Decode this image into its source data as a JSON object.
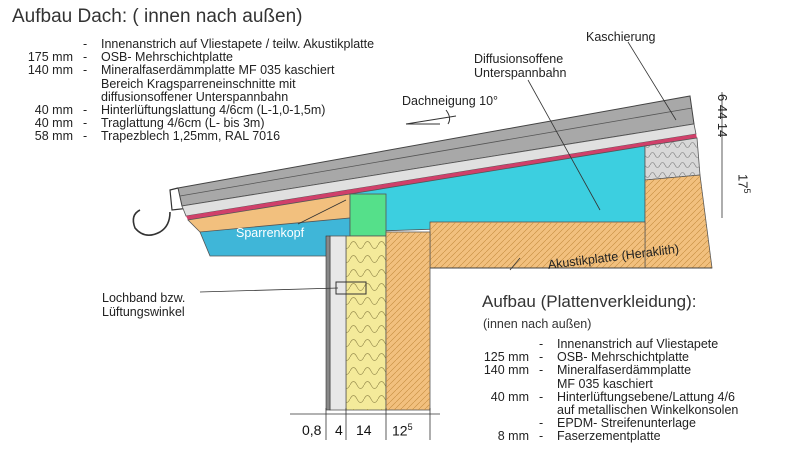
{
  "roof": {
    "title": "Aufbau Dach: ( innen nach außen)",
    "layers": [
      {
        "dim": "",
        "dash": "-",
        "text": "Innenanstrich auf Vliestapete / teilw. Akustikplatte"
      },
      {
        "dim": "175 mm",
        "dash": "-",
        "text": "OSB- Mehrschichtplatte"
      },
      {
        "dim": "140 mm",
        "dash": "-",
        "text": "Mineralfaserdämmplatte MF 035 kaschiert"
      },
      {
        "dim": "",
        "dash": "",
        "text": "Bereich Kragsparreneinschnitte mit"
      },
      {
        "dim": "",
        "dash": "",
        "text": "diffusionsoffener Unterspannbahn"
      },
      {
        "dim": "40 mm",
        "dash": "-",
        "text": "Hinterlüftungslattung 4/6cm (L-1,0-1,5m)"
      },
      {
        "dim": "40 mm",
        "dash": "-",
        "text": "Traglattung 4/6cm (L- bis 3m)"
      },
      {
        "dim": "58 mm",
        "dash": "-",
        "text": "Trapezblech 1,25mm,  RAL 7016"
      }
    ]
  },
  "labels": {
    "kaschierung": "Kaschierung",
    "membrane_line1": "Diffusionsoffene",
    "membrane_line2": "Unterspannbahn",
    "roof_pitch": "Dachneigung 10°",
    "sparrenkopf": "Sparrenkopf",
    "akustik": "Akustikplatte (Heraklith)",
    "lochband_line1": "Lochband bzw.",
    "lochband_line2": "Lüftungswinkel"
  },
  "right_dims": {
    "top": "6 44 14",
    "bottom": "17",
    "bottom_sup": "5"
  },
  "bottom_dims": {
    "d1": "0,8",
    "d2": "4",
    "d3": "14",
    "d4": "12",
    "d4_sup": "5"
  },
  "wall": {
    "title": "Aufbau (Plattenverkleidung):",
    "subtitle": "(innen nach außen)",
    "layers": [
      {
        "dim": "",
        "dash": "-",
        "text": "Innenanstrich auf Vliestapete"
      },
      {
        "dim": "125 mm",
        "dash": "-",
        "text": "OSB- Mehrschichtplatte"
      },
      {
        "dim": "140 mm",
        "dash": "-",
        "text": "Mineralfaserdämmplatte"
      },
      {
        "dim": "",
        "dash": "",
        "text": "MF 035 kaschiert"
      },
      {
        "dim": "40 mm",
        "dash": "-",
        "text": "Hinterlüftungsebene/Lattung 4/6"
      },
      {
        "dim": "",
        "dash": "",
        "text": "auf metallischen Winkelkonsolen"
      },
      {
        "dim": "",
        "dash": "-",
        "text": "EPDM- Streifenunterlage"
      },
      {
        "dim": "8 mm",
        "dash": "-",
        "text": "Faserzementplatte"
      }
    ]
  },
  "colors": {
    "metal": "#9a9a9a",
    "insulation_cyan": "#3ccfe0",
    "wood": "#f2c07e",
    "osb_green": "#55e08a",
    "mineral_wool": "#f4ea9a",
    "sparren_blue": "#3fb6d8",
    "membrane_red": "#d0406a"
  }
}
